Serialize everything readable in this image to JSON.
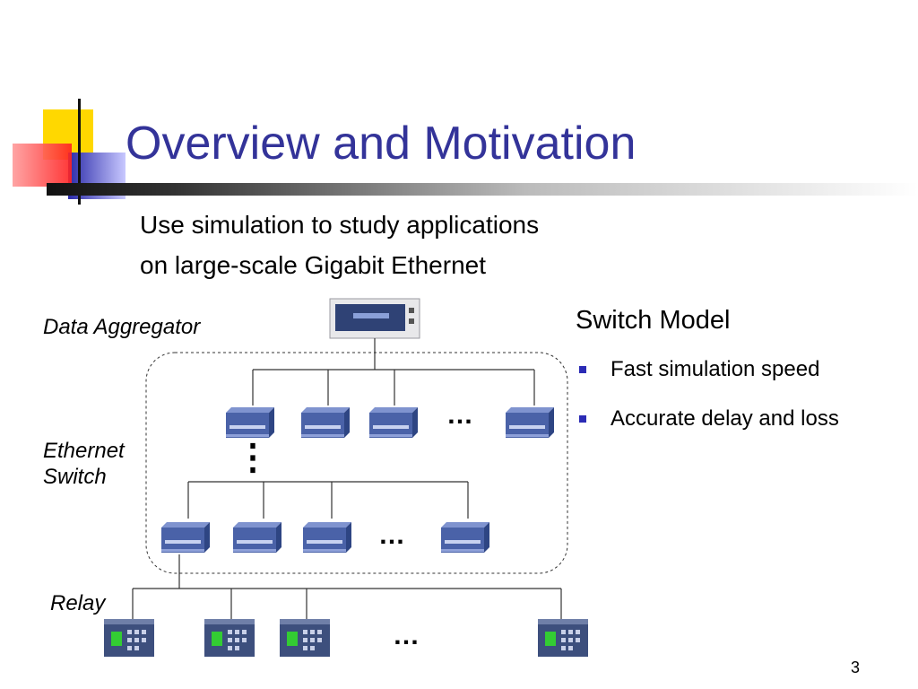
{
  "slide": {
    "title": "Overview and Motivation",
    "subtitle_line1": "Use simulation to study applications",
    "subtitle_line2": "on large-scale Gigabit Ethernet",
    "page_number": "3"
  },
  "diagram": {
    "labels": {
      "data_aggregator": "Data Aggregator",
      "ethernet_switch_line1": "Ethernet",
      "ethernet_switch_line2": "Switch",
      "relay": "Relay"
    },
    "ellipsis": "…",
    "vertical_ellipsis": "⋮"
  },
  "switch_model": {
    "title": "Switch Model",
    "bullets": [
      "Fast simulation speed",
      "Accurate delay and loss"
    ]
  },
  "colors": {
    "title": "#333399",
    "bullet": "#2b2bb5",
    "switch_body": "#4a62a8"
  }
}
